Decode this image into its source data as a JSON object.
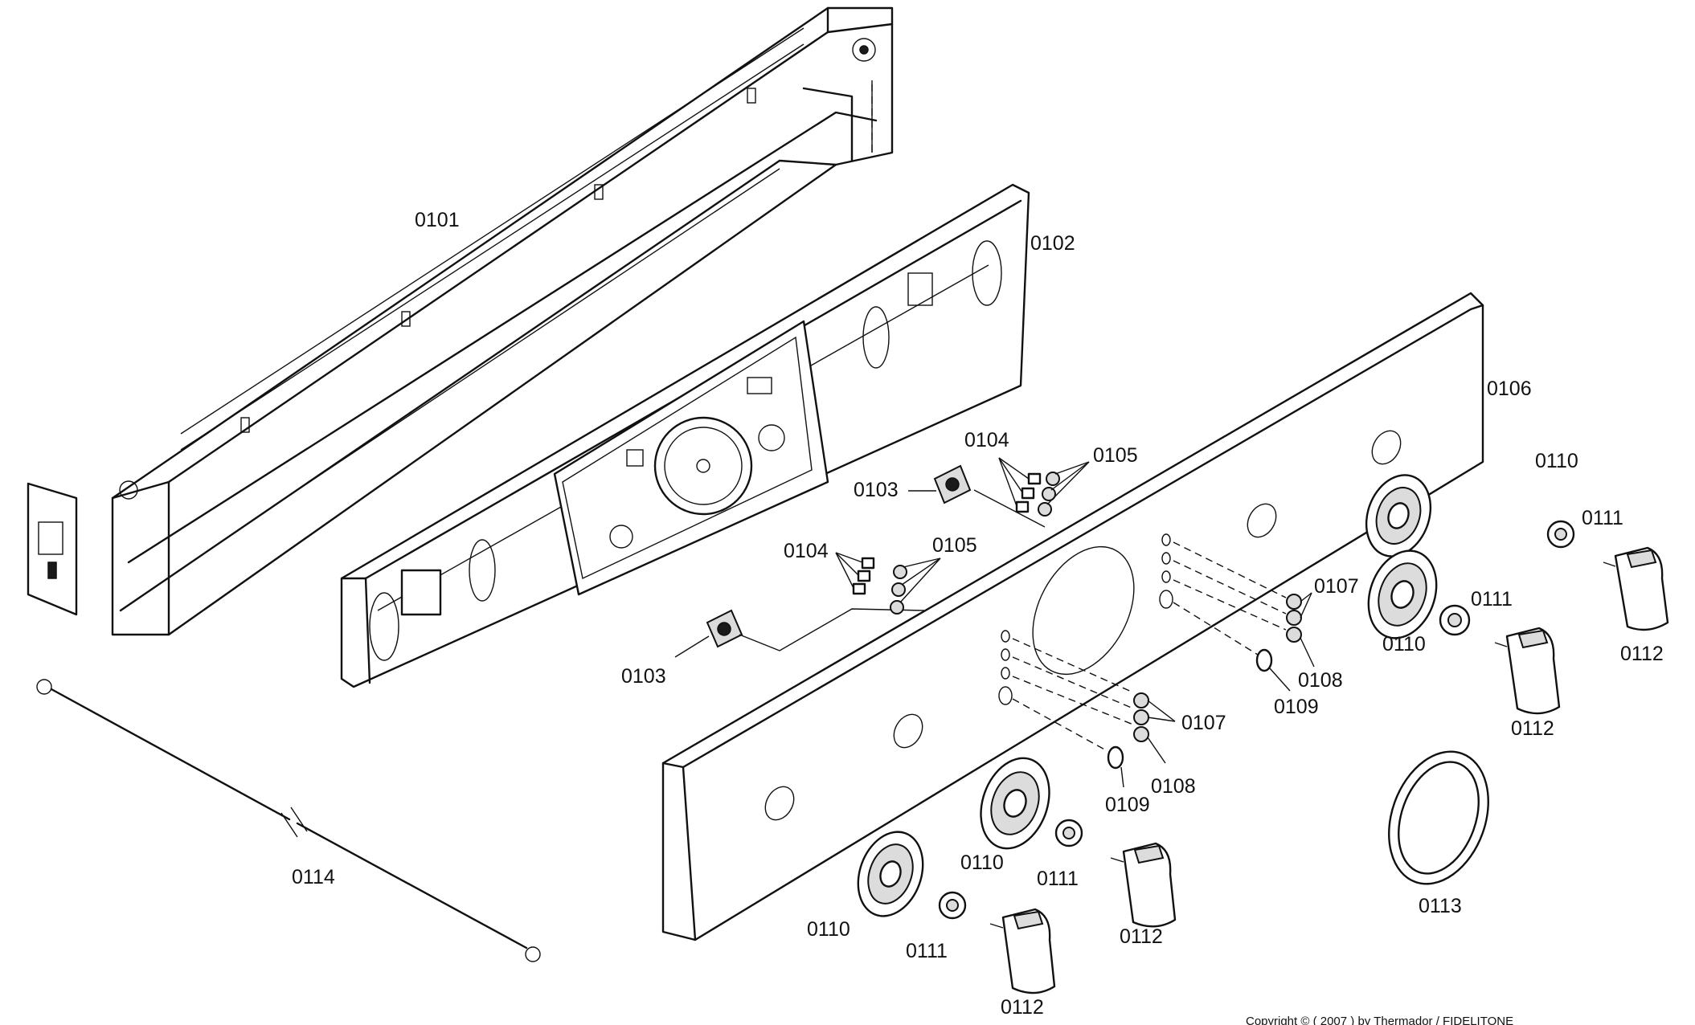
{
  "labels": {
    "p0101": "0101",
    "p0102": "0102",
    "p0103a": "0103",
    "p0103b": "0103",
    "p0104a": "0104",
    "p0104b": "0104",
    "p0105a": "0105",
    "p0105b": "0105",
    "p0106": "0106",
    "p0107a": "0107",
    "p0107b": "0107",
    "p0108a": "0108",
    "p0108b": "0108",
    "p0109a": "0109",
    "p0109b": "0109",
    "p0110a": "0110",
    "p0110b": "0110",
    "p0110c": "0110",
    "p0110d": "0110",
    "p0111a": "0111",
    "p0111b": "0111",
    "p0111c": "0111",
    "p0111d": "0111",
    "p0112a": "0112",
    "p0112b": "0112",
    "p0112c": "0112",
    "p0112d": "0112",
    "p0113": "0113",
    "p0114": "0114"
  },
  "copyright": "Copyright © ( 2007 ) by Thermador  / FIDELITONE",
  "colors": {
    "line": "#111111",
    "background": "#ffffff"
  }
}
